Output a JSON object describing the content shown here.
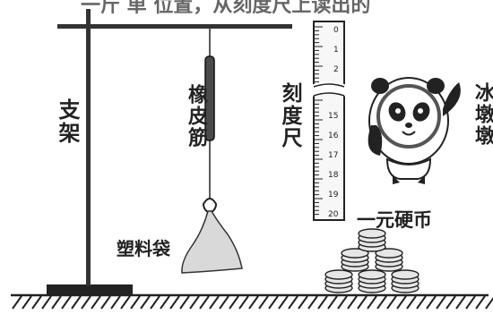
{
  "header": {
    "cut_text": "一斤 单 位置，从刻度尺上读出的"
  },
  "labels": {
    "stand": "支架",
    "rubber_band": "橡皮筋",
    "ruler": "刻度尺",
    "mascot": "冰墩墩",
    "plastic_bag": "塑料袋",
    "coins": "一元硬币"
  },
  "ruler": {
    "top_ticks": [
      "0",
      "1",
      "2"
    ],
    "bottom_ticks": [
      "15",
      "16",
      "17",
      "18",
      "19",
      "20"
    ]
  },
  "colors": {
    "ink": "#222222",
    "bag": "#d9d9d9",
    "coin": "#e6e6e6",
    "band": "#4a4a4a"
  }
}
